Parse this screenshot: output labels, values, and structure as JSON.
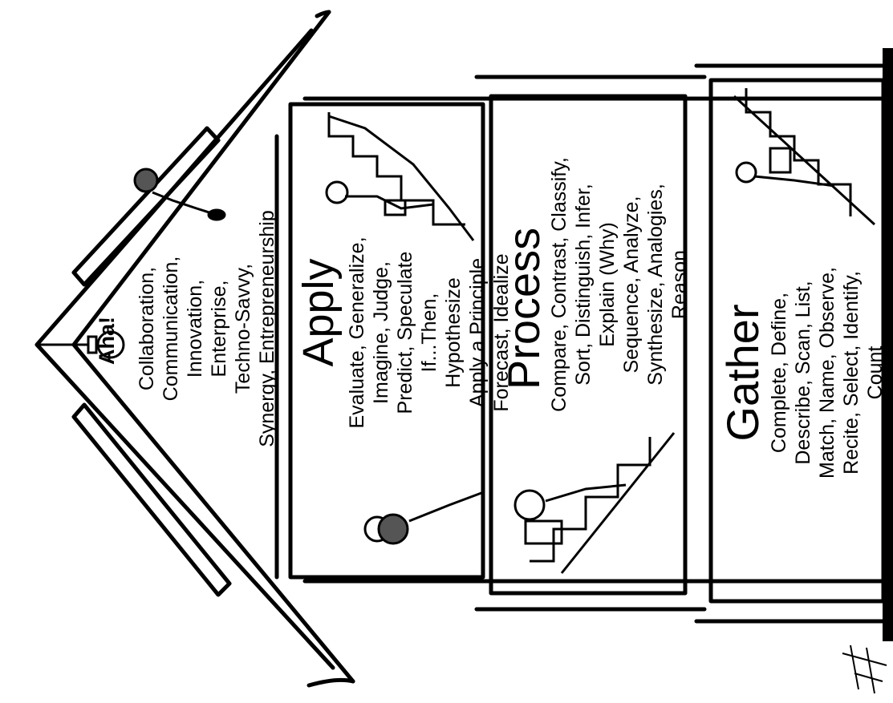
{
  "colors": {
    "ink": "#000000",
    "paper": "#ffffff",
    "shade": "#555555"
  },
  "attic": {
    "exclaim": "Aha!",
    "words": "Collaboration,\nCommunication,\nInnovation,\nEnterprise,\nTechno-Savvy,\nSynergy,  Entrepreneurship"
  },
  "apply": {
    "title": "Apply",
    "words": "Evaluate, Generalize,\nImagine, Judge,\nPredict, Speculate\nIf...Then,\nHypothesize\nApply a Principle\nForecast, Idealize"
  },
  "process": {
    "title": "Process",
    "words": "Compare, Contrast, Classify,\nSort, Distinguish, Infer,\nExplain (Why)\nSequence,   Analyze,\nSynthesize, Analogies,\nReason"
  },
  "gather": {
    "title": "Gather",
    "words": "Complete,   Define,\nDescribe,   Scan,  List,\nMatch,  Name,  Observe,\nRecite,  Select,  Identify,\nCount"
  },
  "icons": {
    "bulb": "light-bulb-icon",
    "climber": "child-climber-icon",
    "stairs": "staircase-icon"
  }
}
